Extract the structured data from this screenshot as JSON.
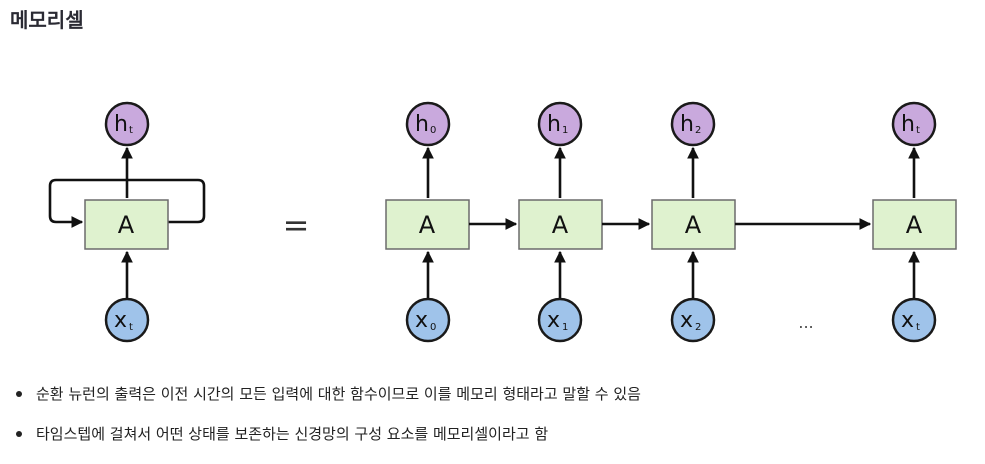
{
  "page": {
    "title": "메모리셀"
  },
  "diagram": {
    "rolled": {
      "cell_label": "A",
      "output_label": "h",
      "output_sub": "t",
      "input_label": "x",
      "input_sub": "t"
    },
    "equals_sign": "=",
    "unrolled": [
      {
        "cell_label": "A",
        "output_label": "h",
        "output_sub": "0",
        "input_label": "x",
        "input_sub": "0"
      },
      {
        "cell_label": "A",
        "output_label": "h",
        "output_sub": "1",
        "input_label": "x",
        "input_sub": "1"
      },
      {
        "cell_label": "A",
        "output_label": "h",
        "output_sub": "2",
        "input_label": "x",
        "input_sub": "2"
      },
      {
        "cell_label": "A",
        "output_label": "h",
        "output_sub": "t",
        "input_label": "x",
        "input_sub": "t"
      }
    ],
    "ellipsis": "...",
    "colors": {
      "cell_fill": "#dff2cf",
      "output_fill": "#c9a9dd",
      "input_fill": "#9fc3ea"
    }
  },
  "bullets": [
    "순환 뉴런의 출력은 이전 시간의 모든 입력에 대한 함수이므로 이를 메모리 형태라고 말할 수 있음",
    "타임스텝에 걸쳐서 어떤 상태를 보존하는 신경망의 구성 요소를 메모리셀이라고 함"
  ]
}
